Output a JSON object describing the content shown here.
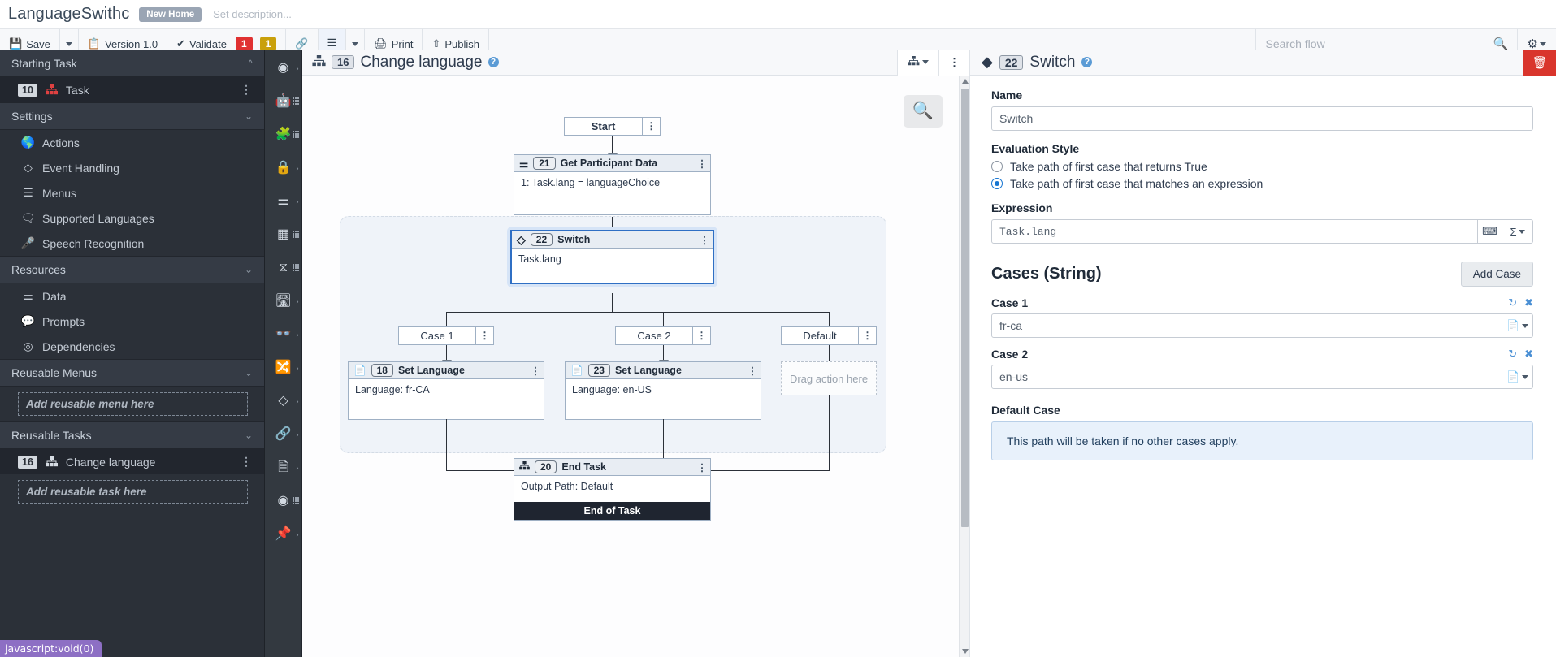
{
  "titlebar": {
    "app_title": "LanguageSwithc",
    "badge": "New Home",
    "description_placeholder": "Set description..."
  },
  "toolbar": {
    "save_label": "Save",
    "version_label": "Version 1.0",
    "validate_label": "Validate",
    "error_count": "1",
    "warning_count": "1",
    "print_label": "Print",
    "publish_label": "Publish",
    "search_placeholder": "Search flow"
  },
  "sidebar": {
    "sections": [
      {
        "title": "Starting Task"
      },
      {
        "title": "Settings"
      },
      {
        "title": "Resources"
      },
      {
        "title": "Reusable Menus"
      },
      {
        "title": "Reusable Tasks"
      }
    ],
    "starting_task": {
      "num": "10",
      "label": "Task"
    },
    "settings_items": [
      {
        "icon": "actions-icon",
        "label": "Actions"
      },
      {
        "icon": "event-handling-icon",
        "label": "Event Handling"
      },
      {
        "icon": "menus-icon",
        "label": "Menus"
      },
      {
        "icon": "supported-languages-icon",
        "label": "Supported Languages"
      },
      {
        "icon": "speech-recognition-icon",
        "label": "Speech Recognition"
      }
    ],
    "resources_items": [
      {
        "icon": "data-icon",
        "label": "Data"
      },
      {
        "icon": "prompts-icon",
        "label": "Prompts"
      },
      {
        "icon": "dependencies-icon",
        "label": "Dependencies"
      }
    ],
    "reusable_menu_drop": "Add reusable menu here",
    "reusable_task": {
      "num": "16",
      "label": "Change language"
    },
    "reusable_task_drop": "Add reusable task here",
    "status_link": "javascript:void(0)"
  },
  "palette": {
    "items": [
      {
        "name": "play-icon",
        "glyph": "▶",
        "chevron": true
      },
      {
        "name": "robot-icon",
        "glyph": "⚇",
        "grid": true
      },
      {
        "name": "puzzle-icon",
        "glyph": "❖",
        "grid": true
      },
      {
        "name": "lock-icon",
        "glyph": "🔒",
        "chevron": true
      },
      {
        "name": "database-icon",
        "glyph": "⌸",
        "chevron": true
      },
      {
        "name": "grid-hash-icon",
        "glyph": "⊞",
        "grid": true
      },
      {
        "name": "logic-icon",
        "glyph": "∴",
        "grid": true
      },
      {
        "name": "road-icon",
        "glyph": "Ⓐ",
        "chevron": true
      },
      {
        "name": "binoculars-icon",
        "glyph": "⚇",
        "chevron": true
      },
      {
        "name": "shuffle-icon",
        "glyph": "⤨",
        "chevron": true
      },
      {
        "name": "diamond-icon",
        "glyph": "◇",
        "chevron": true
      },
      {
        "name": "link-icon",
        "glyph": "⚭",
        "chevron": true
      },
      {
        "name": "document-icon",
        "glyph": "☰",
        "chevron": true
      },
      {
        "name": "circle-icon",
        "glyph": "◉",
        "grid": true
      },
      {
        "name": "pin-icon",
        "glyph": "⚓",
        "chevron": true
      }
    ]
  },
  "canvas": {
    "header": {
      "num": "16",
      "title": "Change language"
    },
    "nodes": {
      "start": {
        "label": "Start"
      },
      "get_participant_data": {
        "num": "21",
        "title": "Get Participant Data",
        "body": "1: Task.lang = languageChoice"
      },
      "switch": {
        "num": "22",
        "title": "Switch",
        "body": "Task.lang"
      },
      "case1": {
        "label": "Case 1"
      },
      "case2": {
        "label": "Case 2"
      },
      "default": {
        "label": "Default"
      },
      "set_language_1": {
        "num": "18",
        "title": "Set Language",
        "body": "Language: fr-CA"
      },
      "set_language_2": {
        "num": "23",
        "title": "Set Language",
        "body": "Language: en-US"
      },
      "drop_action": {
        "label": "Drag action here"
      },
      "end_task": {
        "num": "20",
        "title": "End Task",
        "body": "Output Path: Default",
        "footer": "End of Task"
      }
    }
  },
  "right_panel": {
    "header": {
      "num": "22",
      "title": "Switch"
    },
    "name_label": "Name",
    "name_value": "Switch",
    "evaluation_style_label": "Evaluation Style",
    "eval_options": [
      {
        "label": "Take path of first case that returns True",
        "selected": false
      },
      {
        "label": "Take path of first case that matches an expression",
        "selected": true
      }
    ],
    "expression_label": "Expression",
    "expression_value": "Task.lang",
    "cases_title": "Cases (String)",
    "add_case_label": "Add Case",
    "cases": [
      {
        "label": "Case 1",
        "value": "fr-ca"
      },
      {
        "label": "Case 2",
        "value": "en-us"
      }
    ],
    "default_case_label": "Default Case",
    "default_case_text": "This path will be taken if no other cases apply."
  },
  "colors": {
    "accent_blue": "#2f6fc4",
    "error_red": "#e03131",
    "warning_gold": "#c9a00b",
    "sidebar_dark": "#2b3038",
    "delete_red": "#d9352c"
  }
}
